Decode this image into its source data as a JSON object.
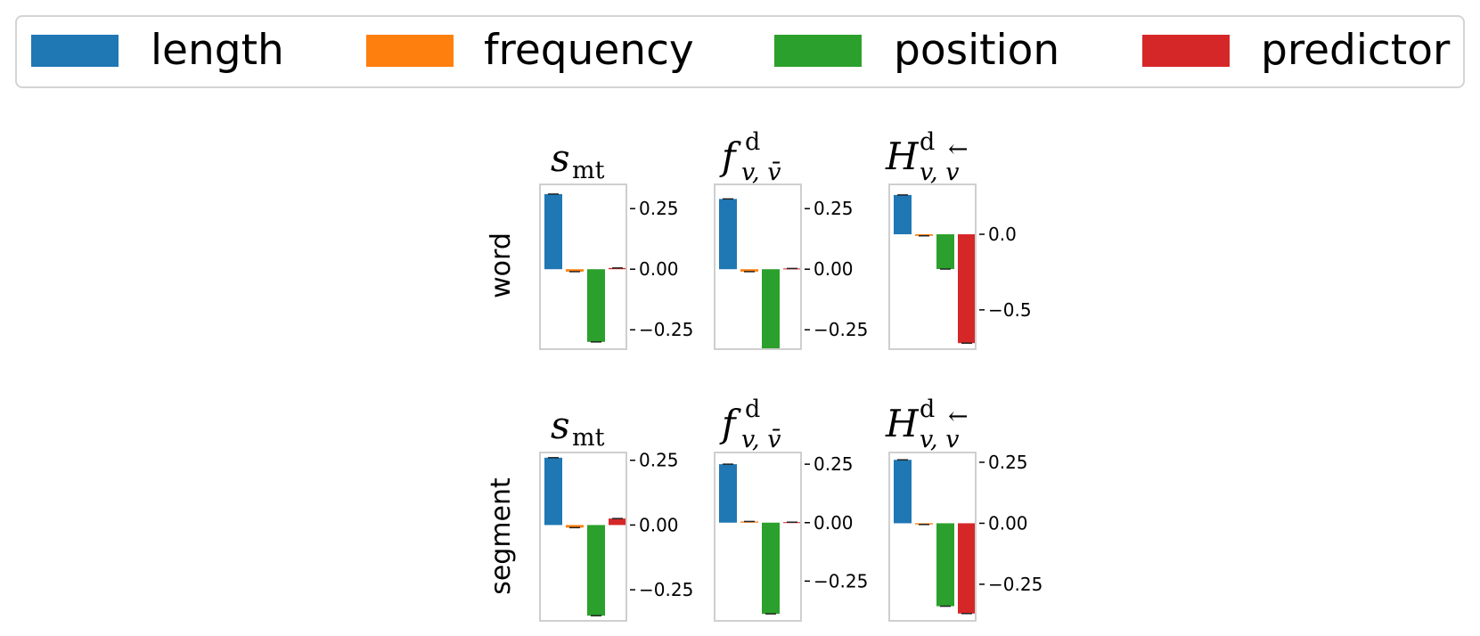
{
  "colors": {
    "length": "#1f77b4",
    "frequency": "#ff7f0e",
    "position": "#2ca02c",
    "predictor": "#d62728"
  },
  "chart_data": {
    "type": "bar",
    "legend": {
      "placement": "top",
      "entries": [
        "length",
        "frequency",
        "position",
        "predictor"
      ]
    },
    "grid": false,
    "rows": [
      "word",
      "segment"
    ],
    "panels": [
      {
        "row": "word",
        "title": "s_mt",
        "categories": [
          "length",
          "frequency",
          "position",
          "predictor"
        ],
        "values": [
          0.31,
          -0.01,
          -0.3,
          0.005
        ],
        "ylim": [
          -0.33,
          0.35
        ],
        "yticks": [
          0.25,
          0.0,
          -0.25
        ],
        "ytick_labels": [
          "0.25",
          "0.00",
          "−0.25"
        ]
      },
      {
        "row": "word",
        "title": "f^d_{v,v̄}",
        "categories": [
          "length",
          "frequency",
          "position",
          "predictor"
        ],
        "values": [
          0.29,
          -0.01,
          -0.33,
          0.003
        ],
        "ylim": [
          -0.33,
          0.35
        ],
        "yticks": [
          0.25,
          0.0,
          -0.25
        ],
        "ytick_labels": [
          "0.25",
          "0.00",
          "−0.25"
        ]
      },
      {
        "row": "word",
        "title": "H^d_{v,←v}",
        "categories": [
          "length",
          "frequency",
          "position",
          "predictor"
        ],
        "values": [
          0.26,
          -0.01,
          -0.23,
          -0.72
        ],
        "ylim": [
          -0.76,
          0.33
        ],
        "yticks": [
          0.0,
          -0.5
        ],
        "ytick_labels": [
          "0.0",
          "−0.5"
        ]
      },
      {
        "row": "segment",
        "title": "s_mt",
        "categories": [
          "length",
          "frequency",
          "position",
          "predictor"
        ],
        "values": [
          0.26,
          -0.01,
          -0.35,
          0.025
        ],
        "ylim": [
          -0.37,
          0.28
        ],
        "yticks": [
          0.25,
          0.0,
          -0.25
        ],
        "ytick_labels": [
          "0.25",
          "0.00",
          "−0.25"
        ]
      },
      {
        "row": "segment",
        "title": "f^d_{v,v̄}",
        "categories": [
          "length",
          "frequency",
          "position",
          "predictor"
        ],
        "values": [
          0.25,
          0.005,
          -0.39,
          0.002
        ],
        "ylim": [
          -0.42,
          0.3
        ],
        "yticks": [
          0.25,
          0.0,
          -0.25
        ],
        "ytick_labels": [
          "0.25",
          "0.00",
          "−0.25"
        ]
      },
      {
        "row": "segment",
        "title": "H^d_{v,←v}",
        "categories": [
          "length",
          "frequency",
          "position",
          "predictor"
        ],
        "values": [
          0.26,
          -0.005,
          -0.34,
          -0.37
        ],
        "ylim": [
          -0.4,
          0.29
        ],
        "yticks": [
          0.25,
          0.0,
          -0.25
        ],
        "ytick_labels": [
          "0.25",
          "0.00",
          "−0.25"
        ]
      }
    ]
  }
}
